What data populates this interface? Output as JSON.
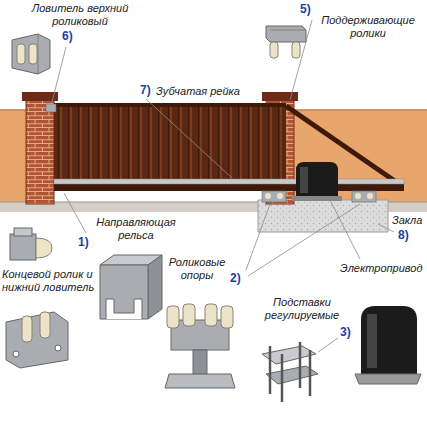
{
  "diagram": {
    "labels": [
      "Ловитель верхний роликовый",
      "6)",
      "5)",
      "Поддерживающие ролики",
      "7)",
      "Зубчатая рейка",
      "Направляющая рельса",
      "1)",
      "Закла",
      "8)",
      "Концевой ролик и нижний ловитель",
      "Роликовые опоры",
      "2)",
      "Электропривод",
      "Подставки регулируемые",
      "3)"
    ]
  }
}
